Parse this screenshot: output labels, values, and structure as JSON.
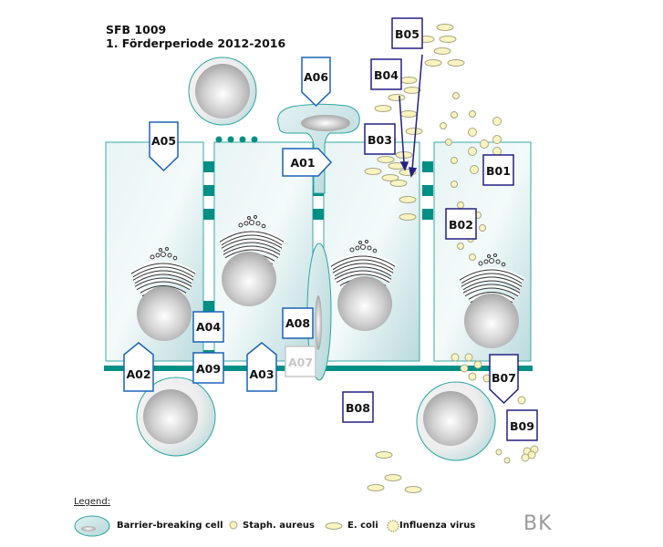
{
  "header": {
    "line1": "SFB 1009",
    "line2": "1. Förderperiode 2012-2016"
  },
  "colors": {
    "teal": "#008f86",
    "cell_fill": "#d8ecee",
    "a_border": "#1a63b8",
    "b_border": "#242083",
    "a07_border": "#c8c8c8",
    "bacteria_fill": "#fbf4c0",
    "bacteria_stroke": "#9a9a80"
  },
  "labels": {
    "A01": "A01",
    "A02": "A02",
    "A03": "A03",
    "A04": "A04",
    "A05": "A05",
    "A06": "A06",
    "A07": "A07",
    "A08": "A08",
    "A09": "A09",
    "B01": "B01",
    "B02": "B02",
    "B03": "B03",
    "B04": "B04",
    "B05": "B05",
    "B07": "B07",
    "B08": "B08",
    "B09": "B09"
  },
  "legend": {
    "heading": "Legend:",
    "items": [
      {
        "icon": "barrier-breaking-cell-icon",
        "label": "Barrier-breaking cell"
      },
      {
        "icon": "staph-aureus-icon",
        "label": "Staph. aureus"
      },
      {
        "icon": "e-coli-icon",
        "label": "E. coli"
      },
      {
        "icon": "influenza-virus-icon",
        "label": "Influenza virus"
      }
    ]
  },
  "signature": "BK"
}
